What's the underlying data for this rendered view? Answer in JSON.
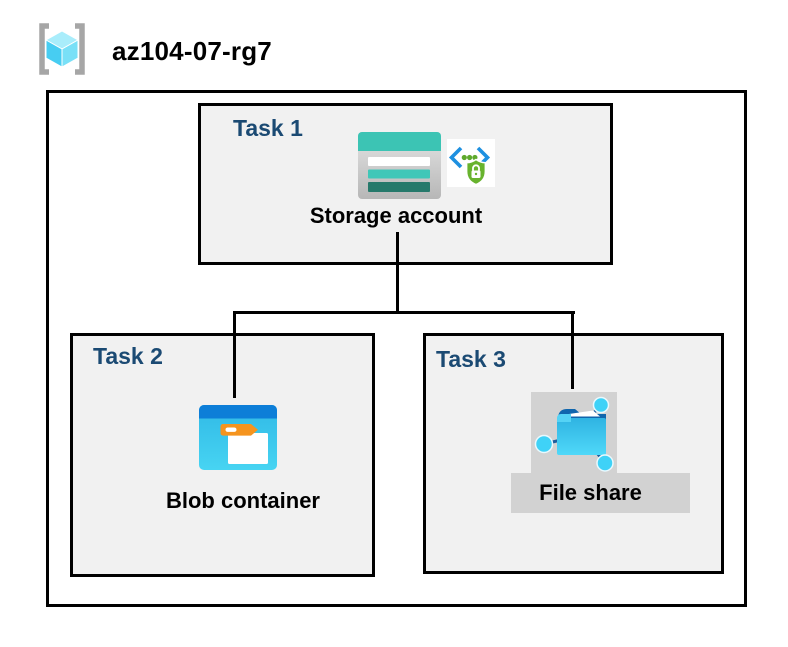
{
  "header": {
    "title": "az104-07-rg7",
    "icon": "resource-group-icon"
  },
  "tasks": {
    "task1": {
      "label": "Task 1",
      "item": "Storage account",
      "icons": [
        "storage-account-icon",
        "sas-lock-icon"
      ]
    },
    "task2": {
      "label": "Task 2",
      "item": "Blob container",
      "icons": [
        "blob-container-icon"
      ]
    },
    "task3": {
      "label": "Task 3",
      "item": "File share",
      "icons": [
        "file-share-icon"
      ]
    }
  },
  "connections": [
    {
      "from": "Storage account",
      "to": "Blob container"
    },
    {
      "from": "Storage account",
      "to": "File share"
    }
  ],
  "colors": {
    "background": "#ffffff",
    "border": "#000000",
    "task_box_fill": "#f1f1f1",
    "task_label_navy": "#1b4a73",
    "storage_teal": "#3cc4b4",
    "storage_teal_dark": "#26796b",
    "azure_blue": "#0d7ed8",
    "blob_cyan": "#3cc8ee",
    "folder_orange": "#f5941e",
    "sas_green": "#68b32e",
    "sas_blue": "#1e90e0",
    "node_cyan": "#3fd2f7",
    "highlight_gray": "#d2d2d2",
    "bracket_gray": "#a6a6a6",
    "cube_cyan": "#47cdf2"
  }
}
